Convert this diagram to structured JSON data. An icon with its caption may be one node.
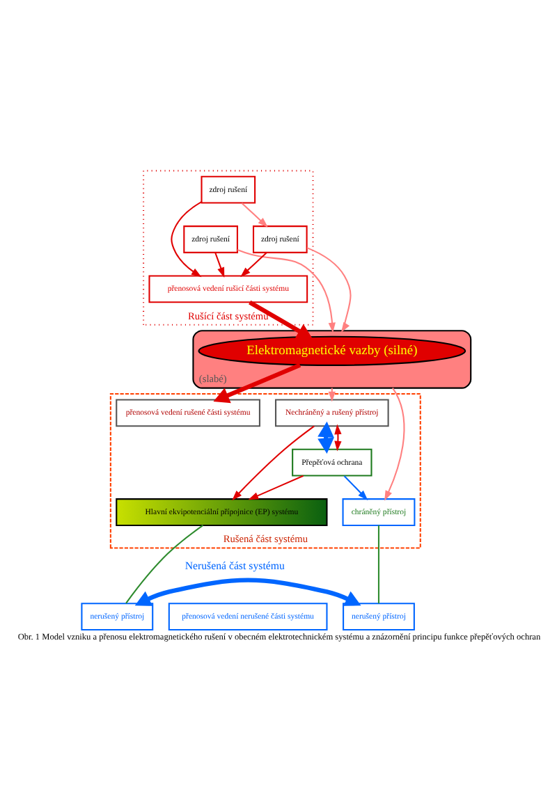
{
  "diagram": {
    "caption": "Obr. 1 Model vzniku a přenosu elektromagnetického rušení v obecném elektrotechnickém systému a znázornění principu funkce přepěťových ochran",
    "nodes": [
      {
        "text": [
          "Rušící část systému"
        ]
      },
      {
        "text": [
          "zdroj rušení"
        ],
        "in": 0
      },
      {
        "text": [
          "přenosová vedení rušicí části systému"
        ],
        "in": 0
      },
      {
        "text": [
          "zdroj rušení"
        ],
        "in": 0
      },
      {
        "text": [
          "zdroj rušení"
        ],
        "in": 0
      },
      {
        "text": [
          "(slabé)"
        ]
      },
      {
        "text": [
          "Elektromagnetické vazby (silné)"
        ],
        "in": 5
      },
      {
        "text": [
          "Rušená část systému"
        ]
      },
      {
        "text": [
          "Nechráněný a rušený přístroj"
        ],
        "in": 7
      },
      {
        "text": [
          "přenosová vedení rušené části systému"
        ],
        "in": 7
      },
      {
        "text": [
          "Přepěťová ochrana"
        ],
        "in": 7
      },
      {
        "text": [
          "chráněný přístroj"
        ],
        "in": 7
      },
      {
        "text": [
          "Hlavní ekvipotenciální přípojnice (EP) systému"
        ],
        "in": 7
      },
      {
        "text": [
          "nerušený přístroj"
        ]
      },
      {
        "text": [
          "přenosová vedení nerušené části systému"
        ]
      },
      {
        "text": [
          "nerušený přístroj"
        ]
      }
    ],
    "edges": [
      {
        "from": 1,
        "to": 2,
        "arrow": "to"
      },
      {
        "from": 3,
        "to": 2,
        "arrow": "to"
      },
      {
        "from": 4,
        "to": 2,
        "arrow": "to"
      },
      {
        "from": 3,
        "to": 4,
        "arrow": "to",
        "color": "#ff8080"
      },
      {
        "from": 2,
        "to": 6,
        "arrow": "to",
        "style": "thick"
      },
      {
        "from": 1,
        "to": 5,
        "arrow": "to",
        "color": "#ff8080"
      },
      {
        "from": 4,
        "to": 5,
        "arrow": "to",
        "color": "#ff8080"
      },
      {
        "from": 6,
        "to": 9,
        "arrow": "to",
        "style": "thick"
      },
      {
        "from": 5,
        "to": 8,
        "arrow": "to",
        "color": "#ff8080"
      },
      {
        "from": 5,
        "to": 11,
        "arrow": "to",
        "color": "#ff8080"
      },
      {
        "from": 8,
        "to": 10,
        "arrow": "both",
        "style": "thick",
        "color": "#0066ff"
      },
      {
        "from": 8,
        "to": 10,
        "arrow": "both"
      },
      {
        "from": 10,
        "to": 11,
        "arrow": "to",
        "color": "#0066ff"
      },
      {
        "from": 8,
        "to": 12,
        "arrow": "to"
      },
      {
        "from": 10,
        "to": 12,
        "arrow": "to"
      },
      {
        "from": 12,
        "to": 13,
        "arrow": "none",
        "color": "#2e8b2e"
      },
      {
        "from": 11,
        "to": 15,
        "arrow": "none",
        "color": "#2e8b2e"
      },
      {
        "from": 13,
        "to": 15,
        "arrow": "both",
        "style": "thick",
        "color": "#0066ff"
      }
    ],
    "labels": [
      "Nerušená část systému"
    ]
  }
}
